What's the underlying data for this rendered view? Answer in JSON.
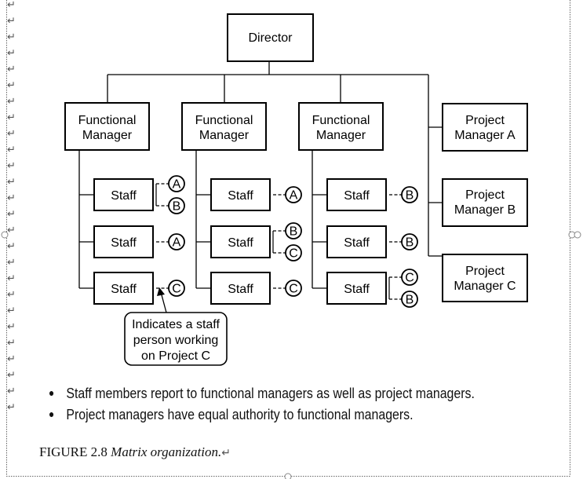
{
  "chart": {
    "director": "Director",
    "functional_managers": [
      {
        "line1": "Functional",
        "line2": "Manager"
      },
      {
        "line1": "Functional",
        "line2": "Manager"
      },
      {
        "line1": "Functional",
        "line2": "Manager"
      }
    ],
    "project_managers": [
      {
        "line1": "Project",
        "line2": "Manager A"
      },
      {
        "line1": "Project",
        "line2": "Manager B"
      },
      {
        "line1": "Project",
        "line2": "Manager C"
      }
    ],
    "staff_label": "Staff",
    "staff_assignments": [
      [
        [
          "A",
          "B"
        ],
        [
          "A"
        ],
        [
          "C"
        ]
      ],
      [
        [
          "A"
        ],
        [
          "B",
          "C"
        ],
        [
          "C"
        ]
      ],
      [
        [
          "B"
        ],
        [
          "B"
        ],
        [
          "C",
          "B"
        ]
      ]
    ],
    "callout": [
      "Indicates a staff",
      "person working",
      "on Project C"
    ]
  },
  "bullets": [
    "Staff members report to functional managers as well as project managers.",
    "Project managers have equal authority to functional managers."
  ],
  "caption": {
    "label": "FIGURE 2.8",
    "title": "Matrix  organization.",
    "mark": "↵"
  },
  "margin_mark": "↵"
}
